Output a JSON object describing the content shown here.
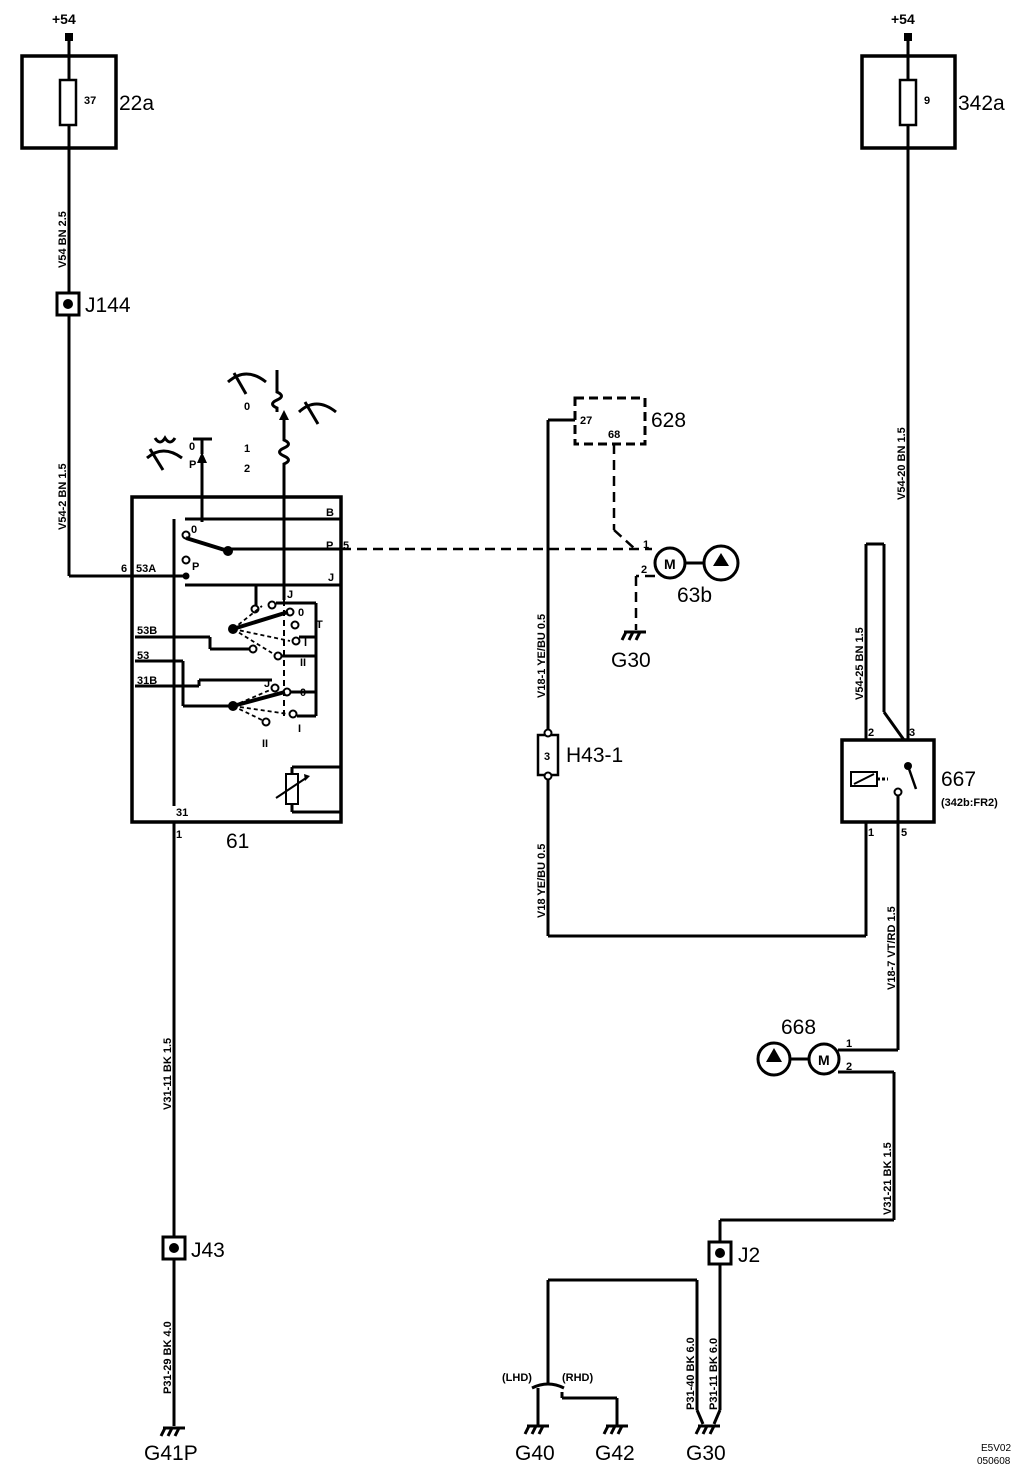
{
  "supply": {
    "left": "+54",
    "right": "+54"
  },
  "fuses": {
    "f22a": {
      "number": "37",
      "label": "22a"
    },
    "f342a": {
      "number": "9",
      "label": "342a"
    }
  },
  "connectors": {
    "j144": "J144",
    "j43": "J43",
    "j2": "J2",
    "h43": {
      "label": "H43-1",
      "pin": "3"
    }
  },
  "wires": {
    "v54": "V54  BN  2.5",
    "v54_2": "V54-2  BN  1.5",
    "v54_20": "V54-20  BN  1.5",
    "v54_25": "V54-25  BN  1.5",
    "v18_1": "V18-1  YE/BU  0.5",
    "v18": "V18  YE/BU  0.5",
    "v18_7": "V18-7  VT/RD  1.5",
    "v31_11": "V31-11  BK  1.5",
    "v31_21": "V31-21  BK  1.5",
    "p31_29": "P31-29  BK  4.0",
    "p31_40": "P31-40  BK  6.0",
    "p31_11": "P31-11  BK  6.0"
  },
  "switch61": {
    "label": "61",
    "pin_in": "6",
    "pin_out": "1",
    "terminals": {
      "b": "B",
      "p": "P",
      "p5": "5",
      "j": "J",
      "t53a": "53A",
      "t53b": "53B",
      "t53": "53",
      "t31b": "31B",
      "t31": "31"
    },
    "contact_labels": {
      "zero": "0",
      "p": "P",
      "j": "J",
      "t": "T",
      "i": "I",
      "ii": "II"
    },
    "positions": {
      "p0": "0",
      "pp": "P",
      "pos0": "0",
      "pos1": "1",
      "pos2": "2"
    }
  },
  "module628": {
    "label": "628",
    "pin27": "27",
    "pin68": "68"
  },
  "motor63b": {
    "label": "63b",
    "pin1": "1",
    "pin2": "2",
    "m": "M"
  },
  "relay667": {
    "label": "667",
    "sub": "(342b:FR2)",
    "pin1": "1",
    "pin2": "2",
    "pin3": "3",
    "pin5": "5"
  },
  "motor668": {
    "label": "668",
    "pin1": "1",
    "pin2": "2",
    "m": "M"
  },
  "grounds": {
    "g30a": "G30",
    "g41p": "G41P",
    "g40": "G40",
    "g42": "G42",
    "g30b": "G30"
  },
  "variants": {
    "lhd": "(LHD)",
    "rhd": "(RHD)"
  },
  "footer": {
    "code1": "E5V02",
    "code2": "050608"
  }
}
